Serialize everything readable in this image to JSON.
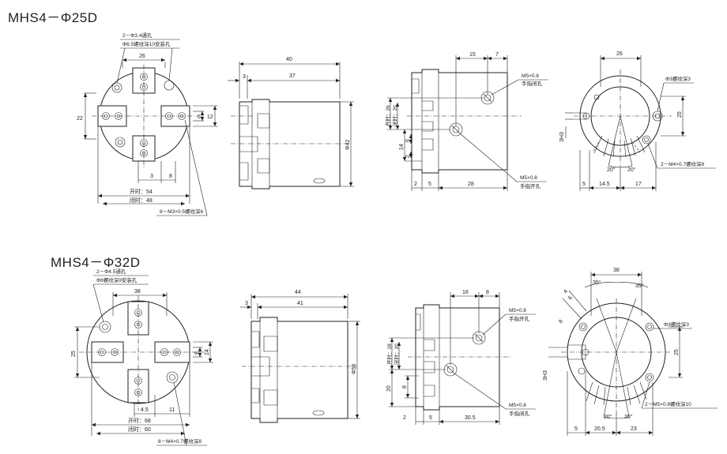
{
  "models": [
    {
      "title": "MHS4－Φ25D",
      "front": {
        "callouts": [
          "2－Φ3.4通孔",
          "Φ6.5螺纹深10安装孔",
          "8－M3×0.5螺纹深6"
        ],
        "dims": {
          "top": "26",
          "left": "22",
          "right_a": "6",
          "right_b": "12",
          "bottom_a": "3",
          "bottom_b": "8",
          "open": "开时：54",
          "closed": "闭时：48"
        }
      },
      "side": {
        "dims": {
          "total": "40",
          "body": "37",
          "step": "3",
          "dia": "Φ42"
        }
      },
      "port": {
        "callouts": [
          "M5×0.8",
          "手指闭孔",
          "M5×0.8",
          "手指开孔"
        ],
        "dims": {
          "top_a": "15",
          "top_b": "7",
          "open": "开时：26",
          "closed": "闭时：20",
          "mid_a": "14",
          "mid_b": "6",
          "mid_c": "2",
          "bot_a": "2",
          "bot_b": "5",
          "bot_c": "28"
        }
      },
      "rear": {
        "callouts": [
          "Φ3螺纹深3",
          "2－M4×0.7螺纹深8"
        ],
        "dims": {
          "top": "26",
          "right": "25",
          "left": "3H3",
          "ang_a": "20°",
          "ang_b": "20°",
          "bot_a": "5",
          "bot_b": "14.5",
          "bot_c": "17"
        }
      }
    },
    {
      "title": "MHS4－Φ32D",
      "front": {
        "callouts": [
          "2－Φ4.5通孔",
          "Φ8螺纹深9安装孔",
          "8－M4×0.7螺纹深8"
        ],
        "dims": {
          "top": "38",
          "left": "25",
          "right_a": "8",
          "right_b": "14",
          "bottom_a": "4.5",
          "bottom_b": "11",
          "open": "开时：68",
          "closed": "闭时：60"
        }
      },
      "side": {
        "dims": {
          "total": "44",
          "body": "41",
          "step": "3",
          "dia": "Φ56"
        }
      },
      "port": {
        "callouts": [
          "M5×0.8",
          "手指开孔",
          "M5×0.8",
          "手指闭孔"
        ],
        "dims": {
          "top_a": "16",
          "top_b": "8",
          "open": "开时：28",
          "closed": "闭时：20",
          "mid_a": "20",
          "mid_b": "8",
          "bot_a": "2",
          "bot_b": "5",
          "bot_c": "30.5"
        }
      },
      "rear": {
        "callouts": [
          "Φ3螺纹深3",
          "2－M5×0.8螺纹深10"
        ],
        "dims": {
          "top": "38",
          "right": "25",
          "left": "3H3",
          "ang_top_a": "35°",
          "ang_top_b": "35°",
          "ang_a": "20°",
          "ang_b": "20°",
          "slot_a": "4",
          "slot_b": "6",
          "slot_c": "8",
          "bot_a": "5",
          "bot_b": "20.5",
          "bot_c": "23"
        }
      }
    }
  ]
}
